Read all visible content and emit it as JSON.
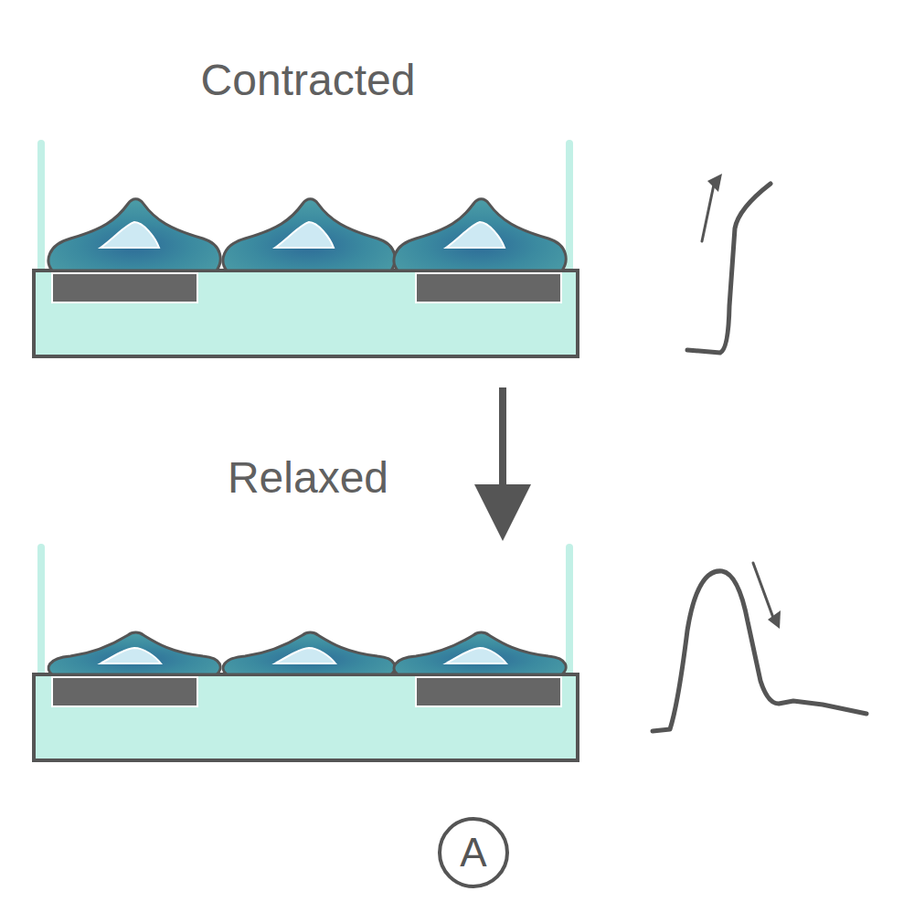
{
  "diagram": {
    "nodes": [
      {
        "text": [
          "A"
        ]
      }
    ],
    "labels": [
      "Contracted",
      "Relaxed"
    ]
  }
}
